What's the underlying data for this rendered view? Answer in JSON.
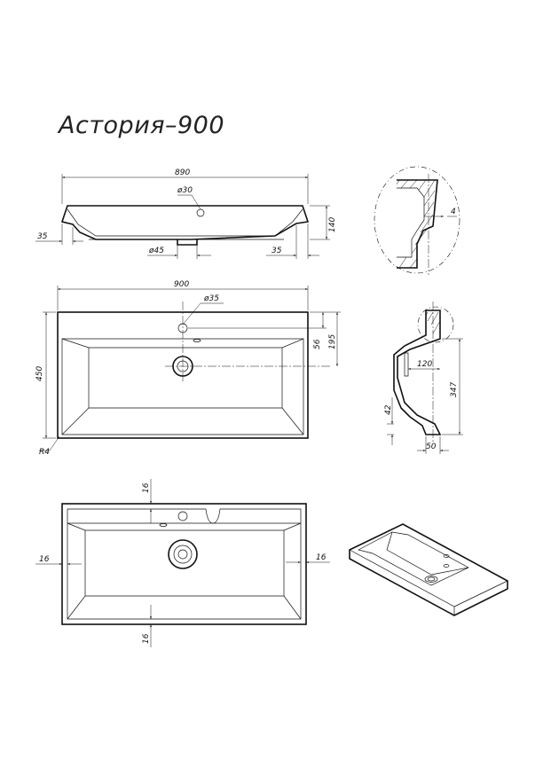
{
  "title": "Астория–900",
  "dimensions": {
    "front_width": "890",
    "front_hole": "ø30",
    "front_height": "140",
    "front_left_offset": "35",
    "front_right_offset": "35",
    "drain": "ø45",
    "plan_width": "900",
    "plan_hole": "ø35",
    "plan_depth": "450",
    "plan_56": "56",
    "plan_195": "195",
    "radius": "R4",
    "detail_4": "4",
    "side_120": "120",
    "side_347": "347",
    "side_42": "42",
    "side_50": "50",
    "bottom_top": "16",
    "bottom_left": "16",
    "bottom_right": "16",
    "bottom_bottom": "16"
  }
}
